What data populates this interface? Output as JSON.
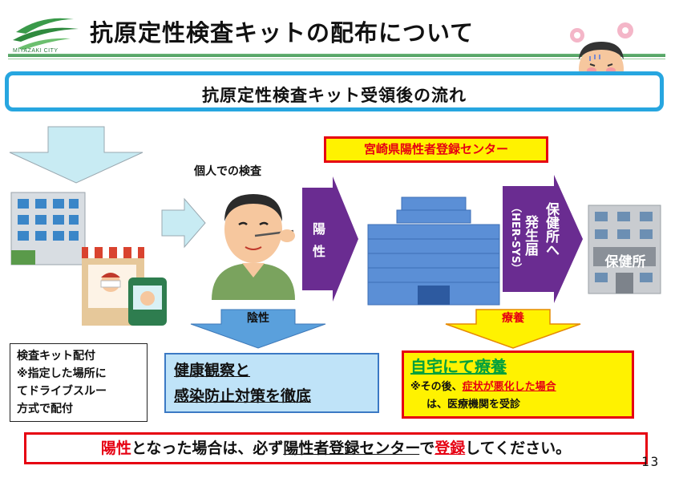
{
  "header": {
    "logo_text": "MIYAZAKI CITY",
    "title": "抗原定性検査キットの配布について"
  },
  "subtitle": "抗原定性検査キット受領後の流れ",
  "flow": {
    "personal_test_label": "個人での検査",
    "positive_label_1": "陽",
    "positive_label_2": "性",
    "center_label": "宮崎県陽性者登録センター",
    "hersys_label": "（HER-SYS）",
    "report_label_1": "保健所へ",
    "report_label_2": "発生届",
    "hokenjo_sign": "保健所",
    "negative_label": "陰性",
    "recovery_label": "療養"
  },
  "kit_box": {
    "line1": "検査キット配付",
    "line2": "※指定した場所に",
    "line3": "てドライブスルー",
    "line4": "方式で配付"
  },
  "health_box": {
    "line1": "健康観察と",
    "line2": "感染防止対策を徹底"
  },
  "home_box": {
    "title": "自宅にて療養",
    "note_prefix": "※その後、",
    "note_red": "症状が悪化した場合",
    "note_line2": "は、医療機関を受診"
  },
  "bottom": {
    "part1": "陽性",
    "part2": "となった場合は、必ず",
    "part3": "陽性者登録センター",
    "part4": "で",
    "part5": "登録",
    "part6": "してください。"
  },
  "page_number": "13",
  "colors": {
    "accent_blue": "#27a6e0",
    "purple": "#6a2c91",
    "red": "#e60012",
    "yellow": "#fff200",
    "green_rule": "#4a9a5b"
  }
}
